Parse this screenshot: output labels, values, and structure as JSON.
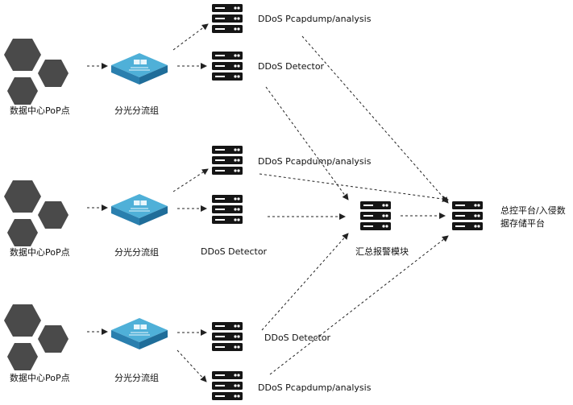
{
  "groups": [
    {
      "pop_label": "数据中心PoP点",
      "splitter_label": "分光分流组",
      "pcap_label": "DDoS Pcapdump/analysis",
      "detector_label": "DDoS Detector"
    },
    {
      "pop_label": "数据中心PoP点",
      "splitter_label": "分光分流组",
      "pcap_label": "DDoS Pcapdump/analysis",
      "detector_label": "DDoS Detector"
    },
    {
      "pop_label": "数据中心PoP点",
      "splitter_label": "分光分流组",
      "detector_label": "DDoS Detector",
      "pcap_label": "DDoS Pcapdump/analysis"
    }
  ],
  "alarm_module_label": "汇总报警模块",
  "central_platform_label": "总控平台/入侵数据存储平台",
  "colors": {
    "hexagon": "#4a4a4a",
    "server": "#151515",
    "switch_top": "#4fb0d8",
    "switch_side": "#2a7fae",
    "arrow": "#222222"
  }
}
